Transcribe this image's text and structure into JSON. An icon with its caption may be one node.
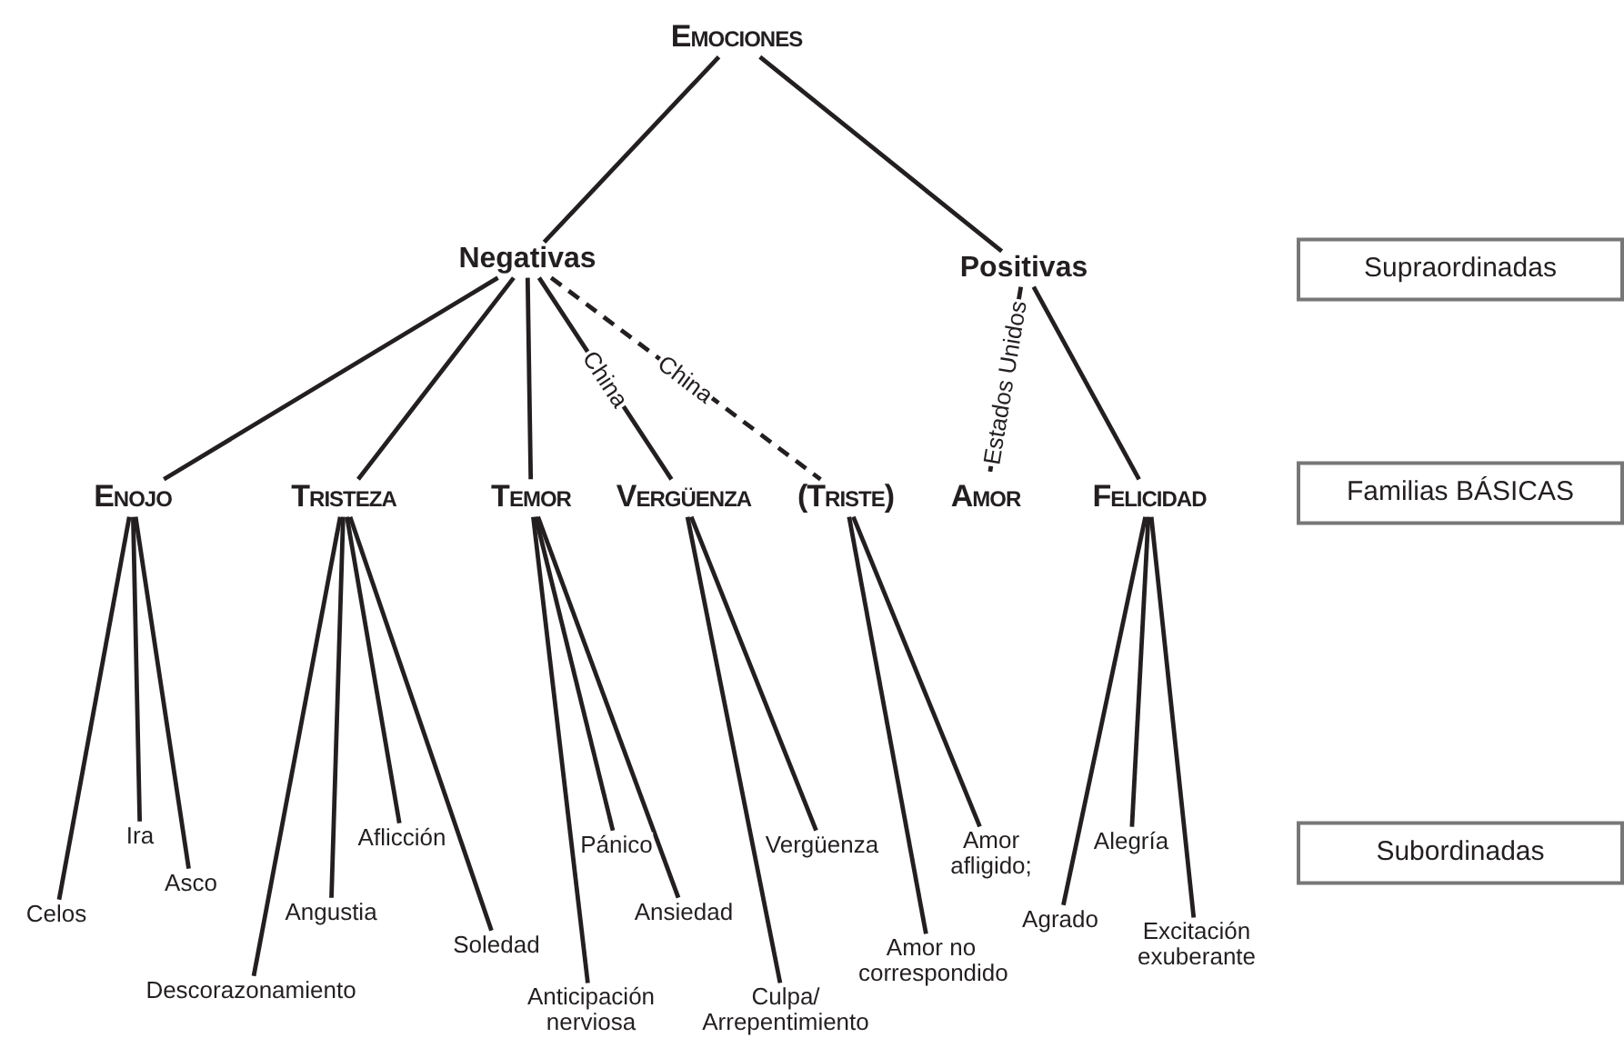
{
  "diagram": {
    "nodes": [
      {
        "text": [
          "Emociones"
        ]
      },
      {
        "text": [
          "Negativas"
        ]
      },
      {
        "text": [
          "Positivas"
        ]
      },
      {
        "text": [
          "Enojo"
        ]
      },
      {
        "text": [
          "Tristeza"
        ]
      },
      {
        "text": [
          "Temor"
        ]
      },
      {
        "text": [
          "Vergüenza"
        ]
      },
      {
        "text": [
          "(Triste)"
        ]
      },
      {
        "text": [
          "Amor"
        ]
      },
      {
        "text": [
          "Felicidad"
        ]
      },
      {
        "text": [
          "Supraordinadas"
        ]
      },
      {
        "text": [
          "Familias BÁSICAS"
        ]
      },
      {
        "text": [
          "Subordinadas"
        ]
      },
      {
        "text": [
          "Celos"
        ]
      },
      {
        "text": [
          "Ira"
        ]
      },
      {
        "text": [
          "Asco"
        ]
      },
      {
        "text": [
          "Descorazonamiento"
        ]
      },
      {
        "text": [
          "Angustia"
        ]
      },
      {
        "text": [
          "Aflicción"
        ]
      },
      {
        "text": [
          "Soledad"
        ]
      },
      {
        "text": [
          "Anticipación nerviosa"
        ]
      },
      {
        "text": [
          "Pánico"
        ]
      },
      {
        "text": [
          "Ansiedad"
        ]
      },
      {
        "text": [
          "Culpa/ Arrepentimiento"
        ]
      },
      {
        "text": [
          "Vergüenza"
        ]
      },
      {
        "text": [
          "Amor no correspondido"
        ]
      },
      {
        "text": [
          "Amor afligido;"
        ]
      },
      {
        "text": [
          "Agrado"
        ]
      },
      {
        "text": [
          "Alegría"
        ]
      },
      {
        "text": [
          "Excitación exuberante"
        ]
      }
    ],
    "edges": [
      {
        "from": 0,
        "to": 1,
        "arrow": "none"
      },
      {
        "from": 0,
        "to": 2,
        "arrow": "none"
      },
      {
        "from": 1,
        "to": 3,
        "arrow": "none"
      },
      {
        "from": 1,
        "to": 4,
        "arrow": "none"
      },
      {
        "from": 1,
        "to": 5,
        "arrow": "none"
      },
      {
        "from": 1,
        "to": 6,
        "arrow": "none",
        "label": "China"
      },
      {
        "from": 1,
        "to": 7,
        "arrow": "none",
        "label": "China",
        "style": "dashed"
      },
      {
        "from": 2,
        "to": 8,
        "arrow": "none",
        "label": "Estados Unidos",
        "style": "dashed"
      },
      {
        "from": 2,
        "to": 9,
        "arrow": "none"
      },
      {
        "from": 3,
        "to": 13,
        "arrow": "none"
      },
      {
        "from": 3,
        "to": 14,
        "arrow": "none"
      },
      {
        "from": 3,
        "to": 15,
        "arrow": "none"
      },
      {
        "from": 4,
        "to": 16,
        "arrow": "none"
      },
      {
        "from": 4,
        "to": 17,
        "arrow": "none"
      },
      {
        "from": 4,
        "to": 18,
        "arrow": "none"
      },
      {
        "from": 4,
        "to": 19,
        "arrow": "none"
      },
      {
        "from": 5,
        "to": 20,
        "arrow": "none"
      },
      {
        "from": 5,
        "to": 21,
        "arrow": "none"
      },
      {
        "from": 5,
        "to": 22,
        "arrow": "none"
      },
      {
        "from": 6,
        "to": 23,
        "arrow": "none"
      },
      {
        "from": 6,
        "to": 24,
        "arrow": "none"
      },
      {
        "from": 7,
        "to": 25,
        "arrow": "none"
      },
      {
        "from": 7,
        "to": 26,
        "arrow": "none"
      },
      {
        "from": 9,
        "to": 27,
        "arrow": "none"
      },
      {
        "from": 9,
        "to": 28,
        "arrow": "none"
      },
      {
        "from": 9,
        "to": 29,
        "arrow": "none"
      }
    ]
  }
}
